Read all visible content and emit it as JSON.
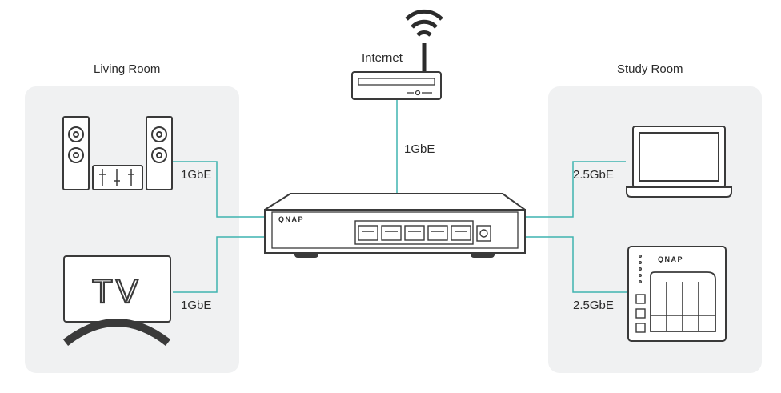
{
  "rooms": {
    "living": "Living Room",
    "study": "Study Room"
  },
  "internet_label": "Internet",
  "links": {
    "router_switch": "1GbE",
    "audio": "1GbE",
    "tv": "1GbE",
    "laptop": "2.5GbE",
    "nas": "2.5GbE"
  },
  "devices": {
    "tv_text": "TV",
    "switch_brand": "QNAP",
    "nas_brand": "QNAP"
  },
  "colors": {
    "panel": "#f0f1f2",
    "cable": "#3fb4b0",
    "outline": "#4a4a4a"
  }
}
